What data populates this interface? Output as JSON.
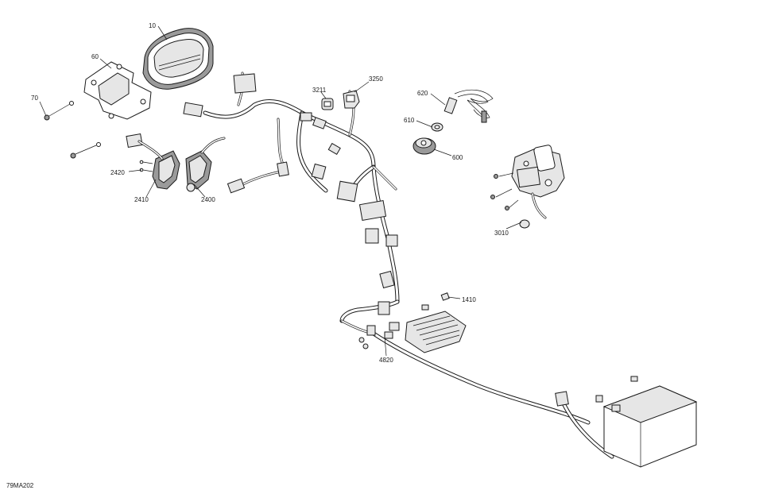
{
  "diagram": {
    "reference_code": "79MA202",
    "callouts": [
      {
        "id": "c10",
        "label": "10"
      },
      {
        "id": "c60",
        "label": "60"
      },
      {
        "id": "c70",
        "label": "70"
      },
      {
        "id": "c2420",
        "label": "2420"
      },
      {
        "id": "c2410",
        "label": "2410"
      },
      {
        "id": "c2400",
        "label": "2400"
      },
      {
        "id": "c3211",
        "label": "3211"
      },
      {
        "id": "c3250",
        "label": "3250"
      },
      {
        "id": "c620",
        "label": "620"
      },
      {
        "id": "c610",
        "label": "610"
      },
      {
        "id": "c600",
        "label": "600"
      },
      {
        "id": "c3010",
        "label": "3010"
      },
      {
        "id": "c1410",
        "label": "1410"
      },
      {
        "id": "c4820",
        "label": "4820"
      }
    ]
  }
}
